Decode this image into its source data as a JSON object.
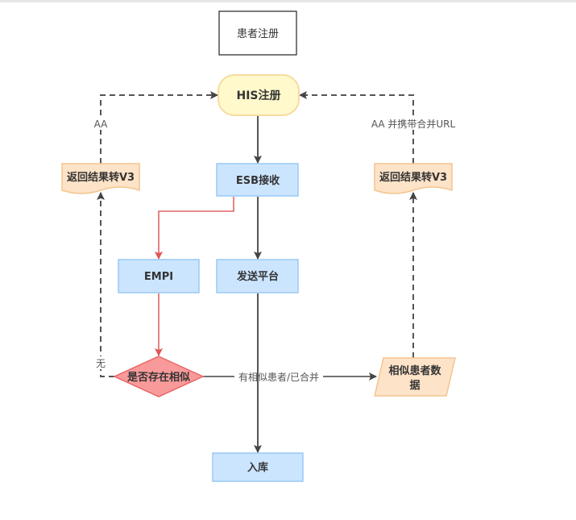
{
  "nodes": {
    "patient_register": "患者注册",
    "his_register": "HIS注册",
    "esb_receive": "ESB接收",
    "empi": "EMPI",
    "send_platform": "发送平台",
    "is_similar": "是否存在相似",
    "similar_patient_data_line1": "相似患者数",
    "similar_patient_data_line2": "据",
    "store": "入库",
    "return_v3_left": "返回结果转V3",
    "return_v3_right": "返回结果转V3"
  },
  "edges": {
    "left_return_label": "AA",
    "right_return_label": "AA 并携带合并URL",
    "none_label": "无",
    "similar_label": "有相似患者/已合并"
  },
  "colors": {
    "process_fill": "#cce5ff",
    "process_stroke": "#99c9f5",
    "start_fill": "#fff9cc",
    "start_stroke": "#f7dca0",
    "doc_fill": "#fde3c8",
    "doc_stroke": "#f4c48f",
    "decision_fill": "#f99a9a",
    "decision_stroke": "#e86767",
    "red_edge": "#e06666",
    "edge": "#444444"
  }
}
